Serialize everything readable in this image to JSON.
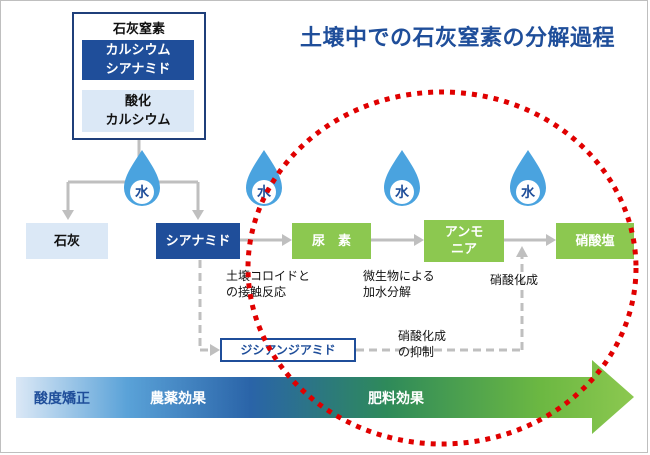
{
  "title": "土壌中での石灰窒素の分解過程",
  "legend": {
    "heading": "石灰窒素",
    "component_1_line1": "カルシウム",
    "component_1_line2": "シアナミド",
    "component_2_line1": "酸化",
    "component_2_line2": "カルシウム"
  },
  "nodes": {
    "lime": "石灰",
    "cyanamide": "シアナミド",
    "urea": "尿　素",
    "ammonia_line1": "アンモ",
    "ammonia_line2": "ニア",
    "nitrate": "硝酸塩",
    "dicyandiamide": "ジシアンジアミド"
  },
  "water_label": "水",
  "reactions": {
    "soil_colloid_line1": "土壌コロイドと",
    "soil_colloid_line2": "の接触反応",
    "microbe_line1": "微生物による",
    "microbe_line2": "加水分解",
    "nitrification": "硝酸化成",
    "inhibition_line1": "硝酸化成",
    "inhibition_line2": "の抑制"
  },
  "effects": {
    "acidity": "酸度矯正",
    "pesticide": "農薬効果",
    "fertilizer": "肥料効果"
  },
  "colors": {
    "dark_blue": "#1f4e9a",
    "light_blue": "#dbe8f6",
    "green": "#8cc850",
    "water_drop": "#4aa3df",
    "dashed_circle": "#e00000",
    "connector": "#bfbfbf"
  }
}
